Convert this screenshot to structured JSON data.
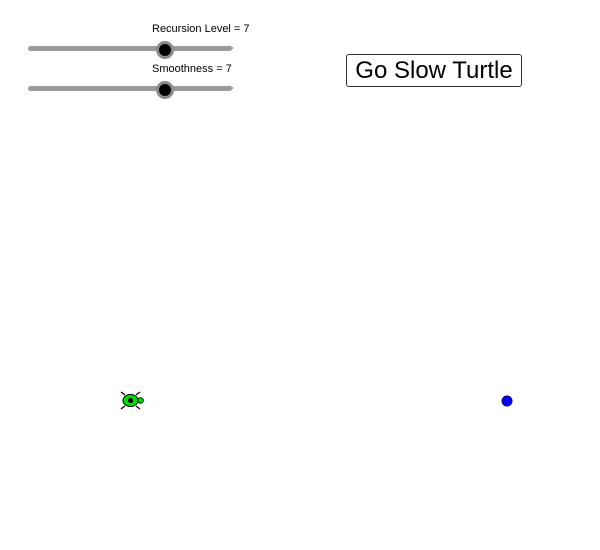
{
  "sliders": [
    {
      "label": "Recursion Level = 7",
      "value": 7,
      "fraction": 0.66
    },
    {
      "label": "Smoothness = 7",
      "value": 7,
      "fraction": 0.66
    }
  ],
  "button": {
    "label": "Go Slow Turtle"
  },
  "colors": {
    "turtle": "#00e000",
    "endpoint": "#0000ff",
    "track": "#9a9a9a",
    "thumb": "#000000"
  },
  "icons": {
    "turtle": "turtle-icon",
    "endpoint": "point-icon"
  }
}
